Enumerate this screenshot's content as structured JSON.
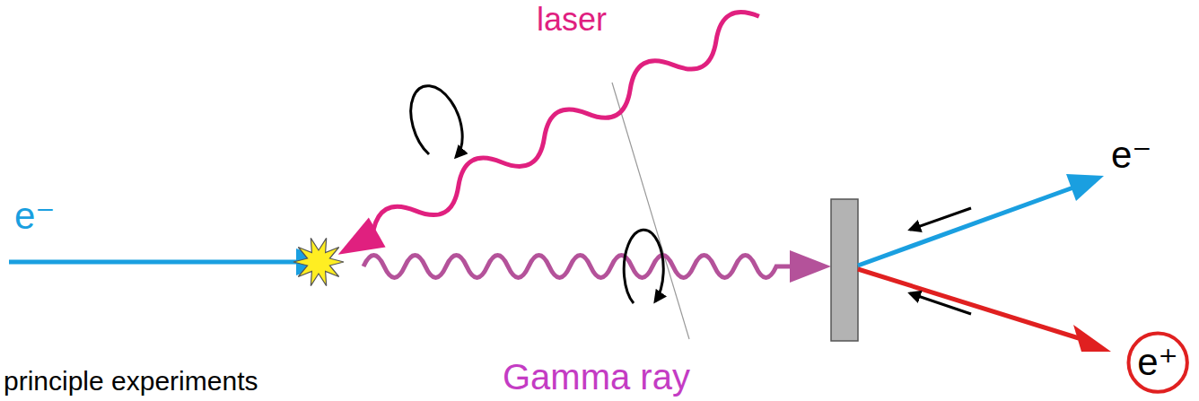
{
  "diagram": {
    "nodes": [
      {
        "text": [
          "e⁺"
        ]
      }
    ],
    "labels": [
      "laser",
      "e⁻",
      "e⁻",
      "Gamma ray",
      "principle experiments"
    ]
  }
}
